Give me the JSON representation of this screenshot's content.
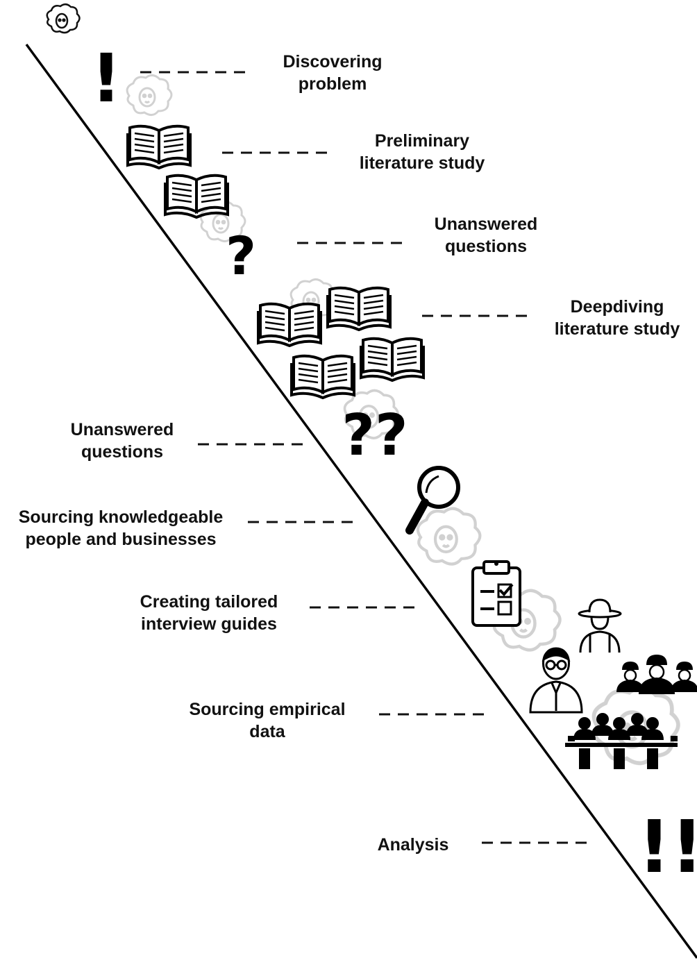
{
  "diagram": {
    "steps": [
      {
        "id": "discovering-problem",
        "label": "Discovering\nproblem"
      },
      {
        "id": "preliminary-literature-study",
        "label": "Preliminary\nliterature study"
      },
      {
        "id": "unanswered-questions-1",
        "label": "Unanswered\nquestions"
      },
      {
        "id": "deepdiving-literature-study",
        "label": "Deepdiving\nliterature study"
      },
      {
        "id": "unanswered-questions-2",
        "label": "Unanswered\nquestions"
      },
      {
        "id": "sourcing-knowledgeable-people",
        "label": "Sourcing knowledgeable\npeople and businesses"
      },
      {
        "id": "creating-interview-guides",
        "label": "Creating tailored\ninterview guides"
      },
      {
        "id": "sourcing-empirical-data",
        "label": "Sourcing empirical\ndata"
      },
      {
        "id": "analysis",
        "label": "Analysis"
      }
    ],
    "glyphs": {
      "single_exclamation": "!",
      "double_exclamation": "!!",
      "single_question": "?",
      "double_question": "??"
    },
    "icons": [
      "sheep-icon",
      "book-icon",
      "magnifier-icon",
      "clipboard-checklist-icon",
      "farmer-icon",
      "scientist-icon",
      "workers-group-icon",
      "office-workers-icon"
    ],
    "colors": {
      "line": "#000000",
      "faded_sheep": "#cfcfcf",
      "text": "#111111"
    }
  }
}
